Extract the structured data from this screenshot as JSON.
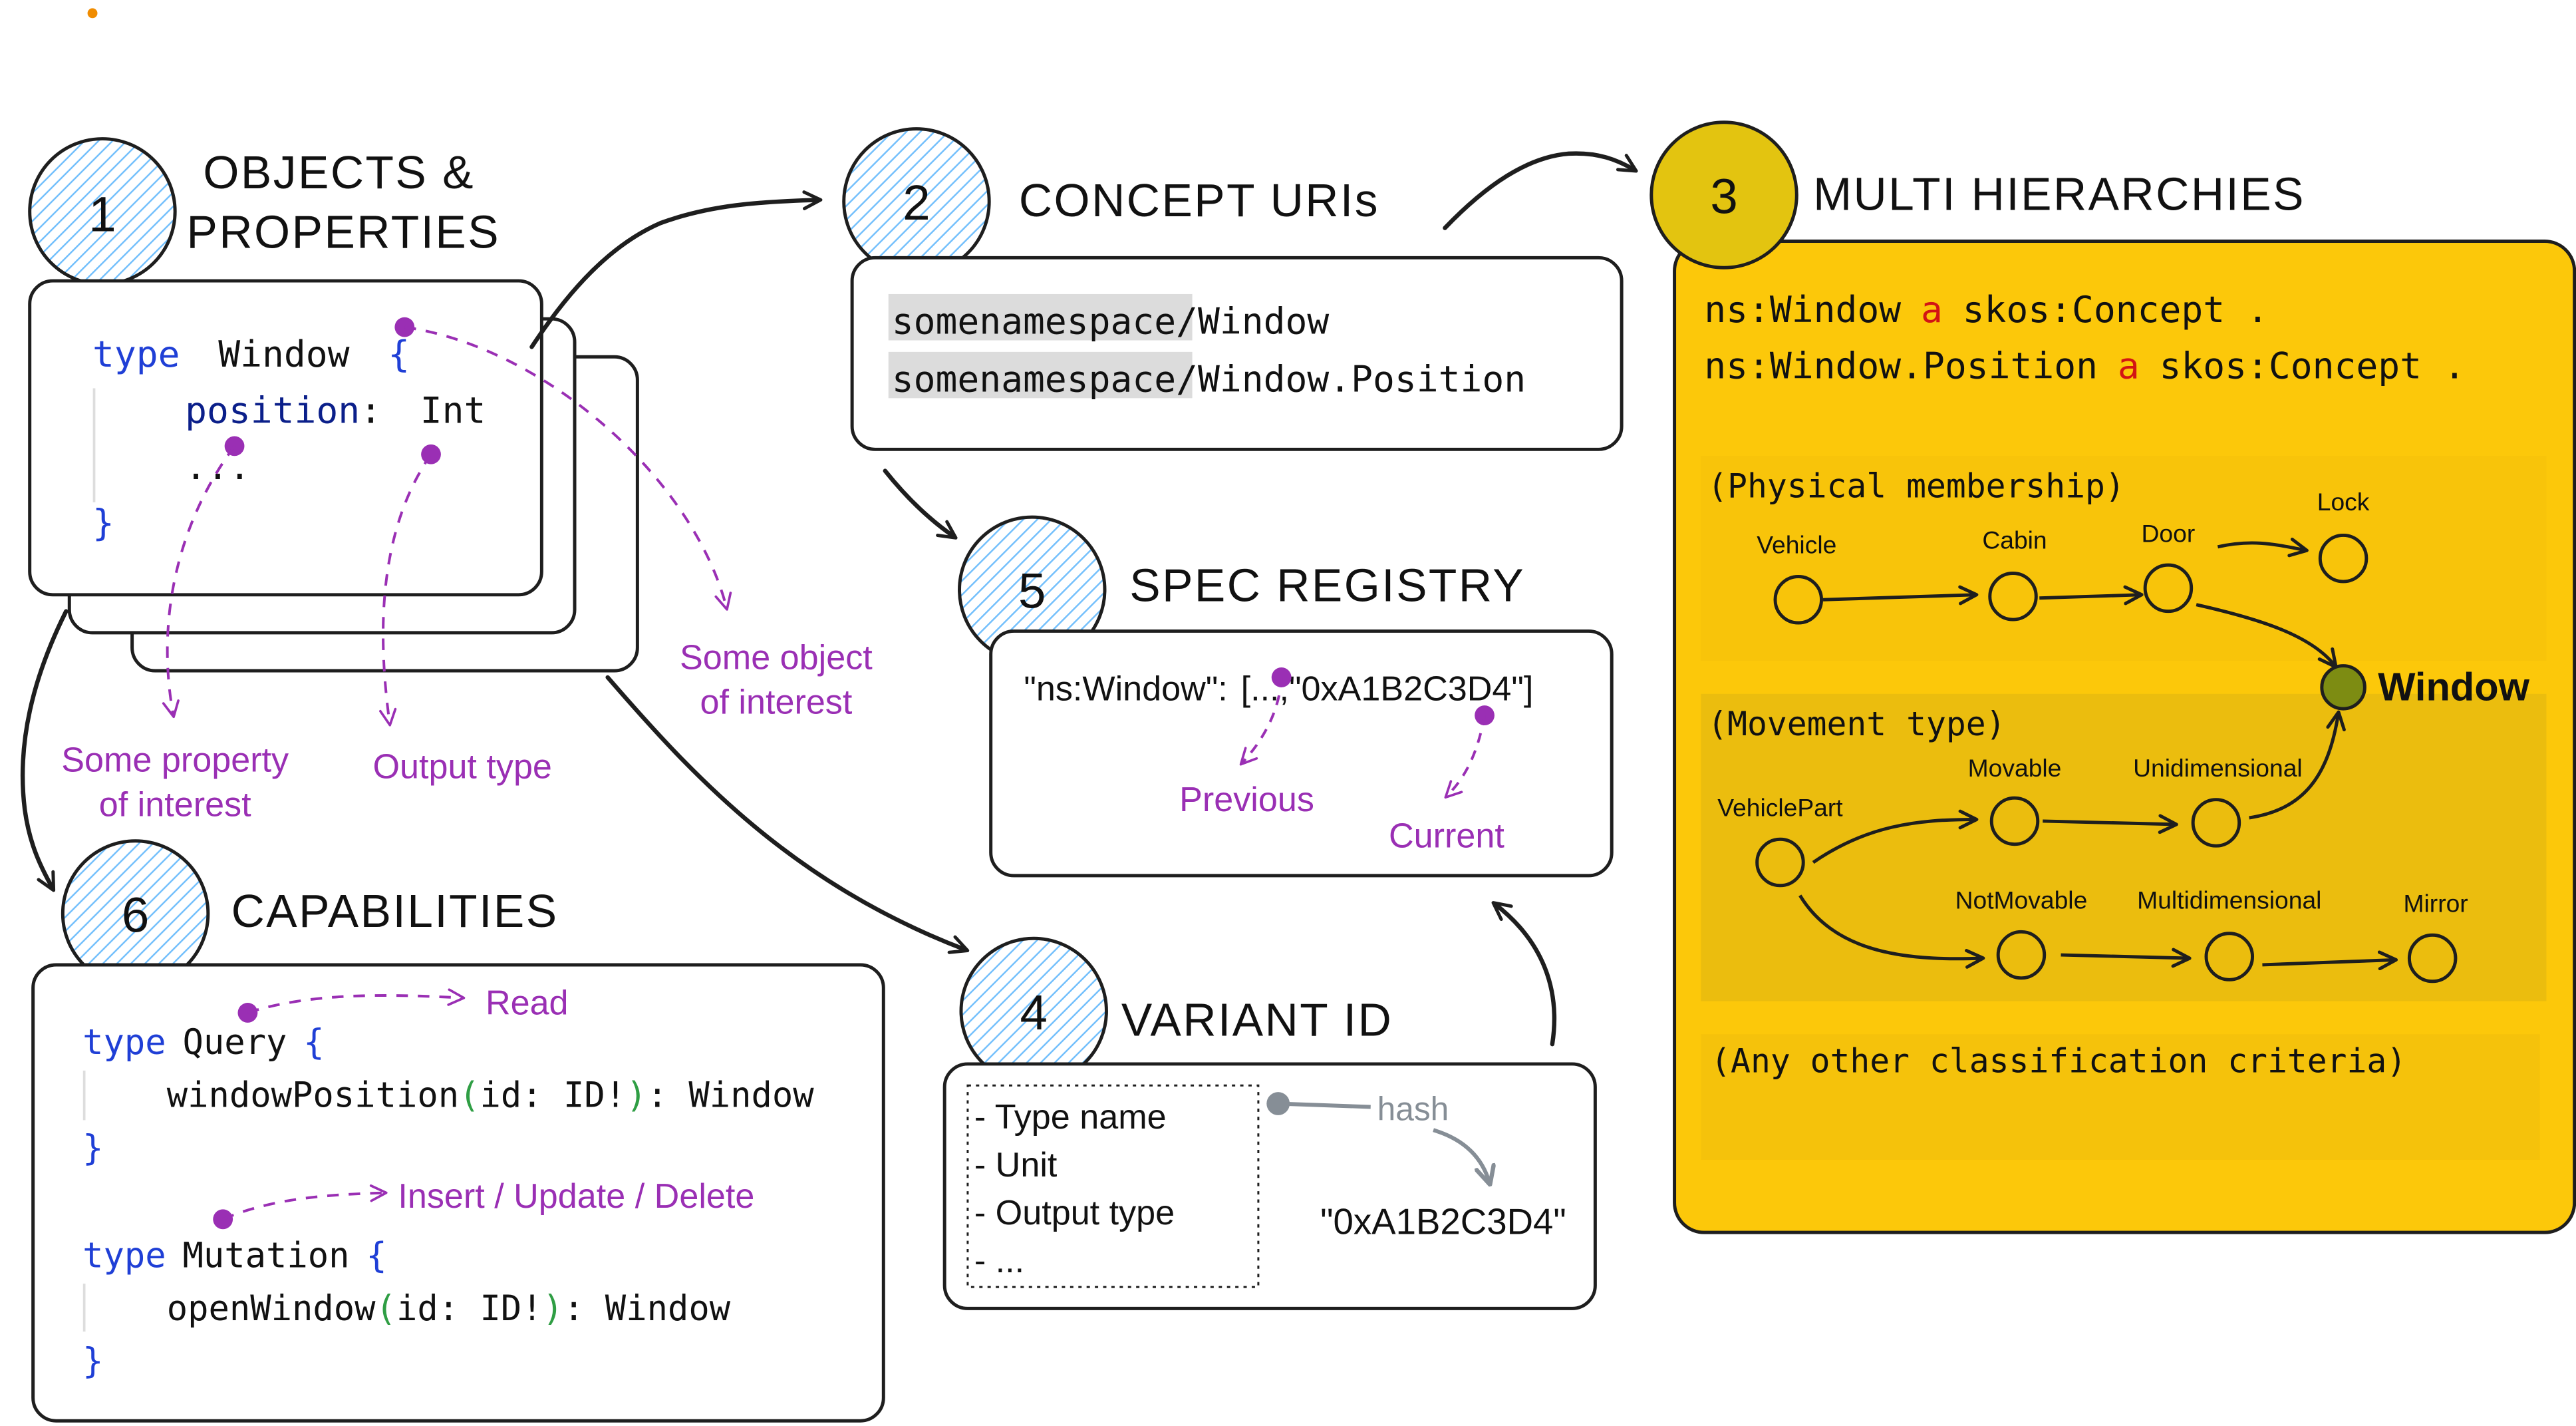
{
  "colors": {
    "accent_purple": "#9a2fb4",
    "keyword_blue": "#1f3fd6",
    "yellow_panel": "#fcc80a",
    "yellow_circle": "#e3c410",
    "window_node": "#7d8c12",
    "hatch_blue": "#a5d8ff"
  },
  "steps": {
    "s1": {
      "num": "1",
      "title_line1": "OBJECTS &",
      "title_line2": "PROPERTIES"
    },
    "s2": {
      "num": "2",
      "title": "CONCEPT URIs"
    },
    "s3": {
      "num": "3",
      "title": "MULTI HIERARCHIES"
    },
    "s4": {
      "num": "4",
      "title": "VARIANT ID"
    },
    "s5": {
      "num": "5",
      "title": "SPEC REGISTRY"
    },
    "s6": {
      "num": "6",
      "title": "CAPABILITIES"
    }
  },
  "objects_code": {
    "type_kw": "type",
    "type_name": "Window",
    "open_brace": "{",
    "field_name": "position",
    "field_colon": ":",
    "field_type": "Int",
    "ellipsis": "...",
    "close_brace": "}"
  },
  "annotations": {
    "property": "Some property",
    "property_2": "of interest",
    "output_type": "Output type",
    "object": "Some object",
    "object_2": "of interest",
    "previous": "Previous",
    "current": "Current",
    "read": "Read",
    "insert_update_delete": "Insert / Update / Delete",
    "hash": "hash"
  },
  "concept_uris": {
    "namespace": "somenamespace",
    "uri1_suffix": "/Window",
    "uri2_suffix": "/Window.Position"
  },
  "registry": {
    "key": "\"ns:Window\":",
    "value_open": "[",
    "value_prev": "...",
    "value_sep": ",",
    "value_current": "\"0xA1B2C3D4\"",
    "value_close": "]"
  },
  "variant": {
    "items": [
      "- Type name",
      "- Unit",
      "- Output type",
      "- ..."
    ],
    "hash_value": "\"0xA1B2C3D4\""
  },
  "capabilities": {
    "query_kw": "type",
    "query_name": "Query",
    "query_open": "{",
    "query_field": "windowPosition",
    "query_args": "id: ID!",
    "query_ret": ": Window",
    "query_close": "}",
    "mutation_kw": "type",
    "mutation_name": "Mutation",
    "mutation_open": "{",
    "mutation_field": "openWindow",
    "mutation_args": "id: ID!",
    "mutation_ret": ": Window",
    "mutation_close": "}"
  },
  "hierarchies": {
    "triple1_subject": "ns:Window",
    "triple1_pred": "a",
    "triple1_object": "skos:Concept .",
    "triple2_subject": "ns:Window.Position",
    "triple2_pred": "a",
    "triple2_object": "skos:Concept .",
    "group_physical": "(Physical membership)",
    "group_movement": "(Movement type)",
    "group_other": "(Any other classification criteria)",
    "nodes": {
      "vehicle": "Vehicle",
      "cabin": "Cabin",
      "door": "Door",
      "lock": "Lock",
      "window": "Window",
      "vehicle_part": "VehiclePart",
      "movable": "Movable",
      "unidimensional": "Unidimensional",
      "not_movable": "NotMovable",
      "multidimensional": "Multidimensional",
      "mirror": "Mirror"
    }
  }
}
